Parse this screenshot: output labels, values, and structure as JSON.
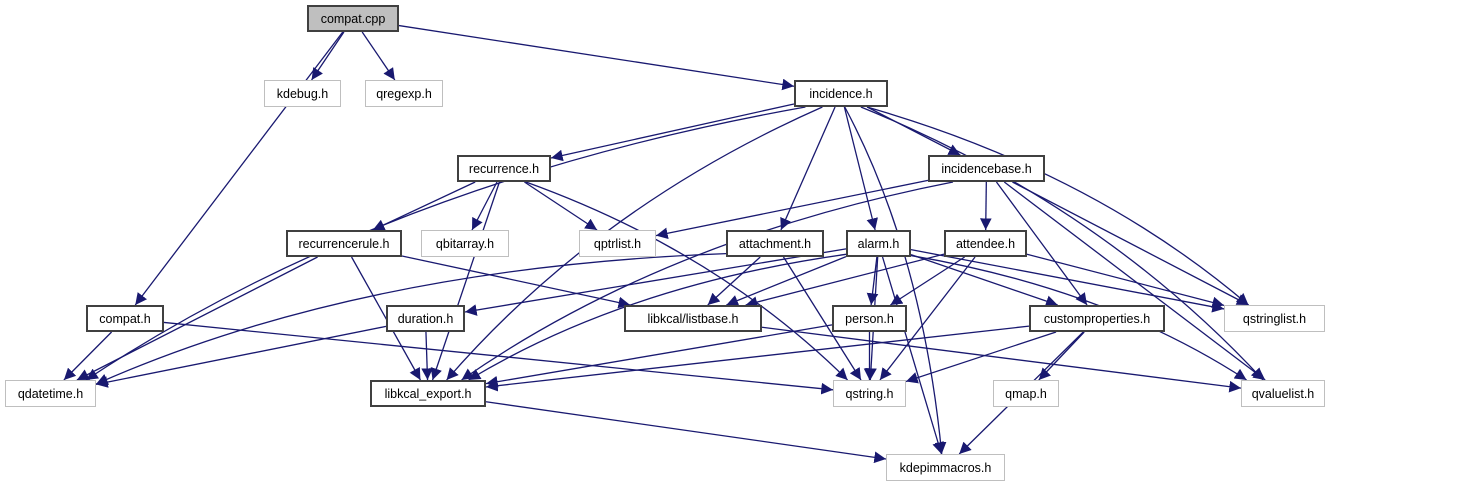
{
  "colors": {
    "edge": "#191970",
    "local_border": "#404040",
    "external_border": "#bfbfbf",
    "root_fill": "#bfbfbf"
  },
  "nodes": [
    {
      "id": "compat_cpp",
      "label": "compat.cpp",
      "kind": "root"
    },
    {
      "id": "kdebug",
      "label": "kdebug.h",
      "kind": "ext"
    },
    {
      "id": "qregexp",
      "label": "qregexp.h",
      "kind": "ext"
    },
    {
      "id": "incidence",
      "label": "incidence.h",
      "kind": "local"
    },
    {
      "id": "recurrence",
      "label": "recurrence.h",
      "kind": "local"
    },
    {
      "id": "incidencebase",
      "label": "incidencebase.h",
      "kind": "local"
    },
    {
      "id": "recurrencerule",
      "label": "recurrencerule.h",
      "kind": "local"
    },
    {
      "id": "qbitarray",
      "label": "qbitarray.h",
      "kind": "ext"
    },
    {
      "id": "qptrlist",
      "label": "qptrlist.h",
      "kind": "ext"
    },
    {
      "id": "attachment",
      "label": "attachment.h",
      "kind": "local"
    },
    {
      "id": "alarm",
      "label": "alarm.h",
      "kind": "local"
    },
    {
      "id": "attendee",
      "label": "attendee.h",
      "kind": "local"
    },
    {
      "id": "compat_h",
      "label": "compat.h",
      "kind": "local"
    },
    {
      "id": "duration",
      "label": "duration.h",
      "kind": "local"
    },
    {
      "id": "listbase",
      "label": "libkcal/listbase.h",
      "kind": "local"
    },
    {
      "id": "person",
      "label": "person.h",
      "kind": "local"
    },
    {
      "id": "customproperties",
      "label": "customproperties.h",
      "kind": "local"
    },
    {
      "id": "qstringlist",
      "label": "qstringlist.h",
      "kind": "ext"
    },
    {
      "id": "qdatetime",
      "label": "qdatetime.h",
      "kind": "ext"
    },
    {
      "id": "libkcal_export",
      "label": "libkcal_export.h",
      "kind": "local"
    },
    {
      "id": "qstring",
      "label": "qstring.h",
      "kind": "ext"
    },
    {
      "id": "qmap",
      "label": "qmap.h",
      "kind": "ext"
    },
    {
      "id": "qvaluelist",
      "label": "qvaluelist.h",
      "kind": "ext"
    },
    {
      "id": "kdepimmacros",
      "label": "kdepimmacros.h",
      "kind": "ext"
    }
  ],
  "edges": [
    [
      "compat_cpp",
      "kdebug"
    ],
    [
      "compat_cpp",
      "qregexp"
    ],
    [
      "compat_cpp",
      "incidence"
    ],
    [
      "compat_cpp",
      "compat_h"
    ],
    [
      "incidence",
      "recurrence"
    ],
    [
      "incidence",
      "incidencebase"
    ],
    [
      "incidence",
      "attachment"
    ],
    [
      "incidence",
      "alarm"
    ],
    [
      "incidence",
      "qdatetime"
    ],
    [
      "incidence",
      "libkcal_export"
    ],
    [
      "incidence",
      "qstringlist"
    ],
    [
      "incidence",
      "qvaluelist"
    ],
    [
      "incidence",
      "kdepimmacros"
    ],
    [
      "recurrence",
      "recurrencerule"
    ],
    [
      "recurrence",
      "qbitarray"
    ],
    [
      "recurrence",
      "qptrlist"
    ],
    [
      "recurrence",
      "libkcal_export"
    ],
    [
      "recurrence",
      "qstring"
    ],
    [
      "incidencebase",
      "attendee"
    ],
    [
      "incidencebase",
      "customproperties"
    ],
    [
      "incidencebase",
      "qptrlist"
    ],
    [
      "incidencebase",
      "qstringlist"
    ],
    [
      "incidencebase",
      "qvaluelist"
    ],
    [
      "incidencebase",
      "libkcal_export"
    ],
    [
      "recurrencerule",
      "qdatetime"
    ],
    [
      "recurrencerule",
      "listbase"
    ],
    [
      "recurrencerule",
      "libkcal_export"
    ],
    [
      "attachment",
      "listbase"
    ],
    [
      "attachment",
      "qstring"
    ],
    [
      "attachment",
      "qdatetime"
    ],
    [
      "alarm",
      "person"
    ],
    [
      "alarm",
      "qstring"
    ],
    [
      "alarm",
      "listbase"
    ],
    [
      "alarm",
      "libkcal_export"
    ],
    [
      "alarm",
      "duration"
    ],
    [
      "alarm",
      "customproperties"
    ],
    [
      "alarm",
      "qstringlist"
    ],
    [
      "alarm",
      "qvaluelist"
    ],
    [
      "alarm",
      "kdepimmacros"
    ],
    [
      "attendee",
      "person"
    ],
    [
      "attendee",
      "qstring"
    ],
    [
      "attendee",
      "listbase"
    ],
    [
      "attendee",
      "qstringlist"
    ],
    [
      "compat_h",
      "qdatetime"
    ],
    [
      "compat_h",
      "qstring"
    ],
    [
      "duration",
      "qdatetime"
    ],
    [
      "duration",
      "libkcal_export"
    ],
    [
      "listbase",
      "qvaluelist"
    ],
    [
      "person",
      "qstring"
    ],
    [
      "person",
      "libkcal_export"
    ],
    [
      "customproperties",
      "qstring"
    ],
    [
      "customproperties",
      "qmap"
    ],
    [
      "customproperties",
      "kdepimmacros"
    ],
    [
      "customproperties",
      "libkcal_export"
    ],
    [
      "libkcal_export",
      "kdepimmacros"
    ]
  ]
}
